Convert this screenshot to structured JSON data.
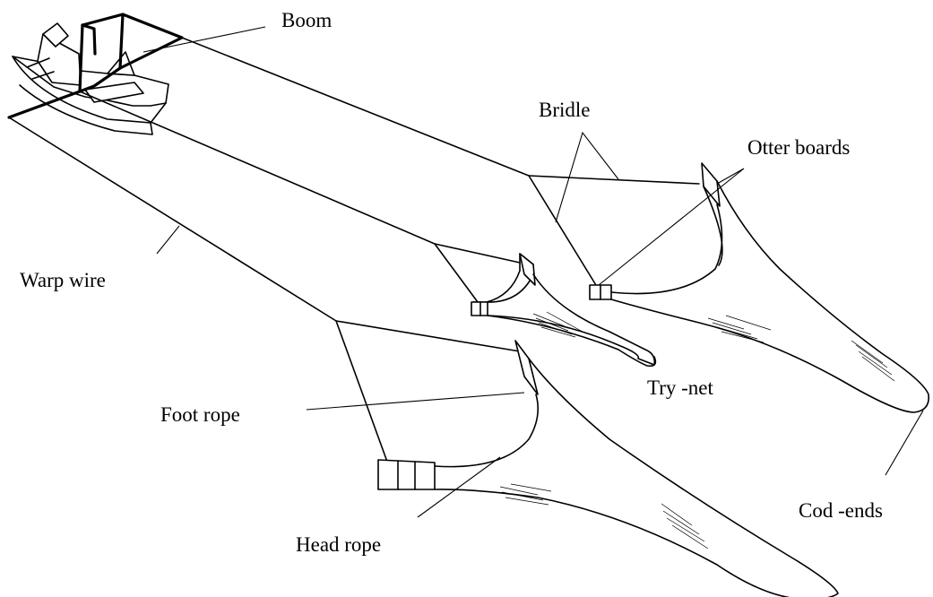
{
  "labels": {
    "boom": "Boom",
    "bridle": "Bridle",
    "otter_boards": "Otter boards",
    "warp_wire": "Warp wire",
    "try_net": "Try -net",
    "foot_rope": "Foot rope",
    "head_rope": "Head rope",
    "cod_ends": "Cod -ends"
  }
}
